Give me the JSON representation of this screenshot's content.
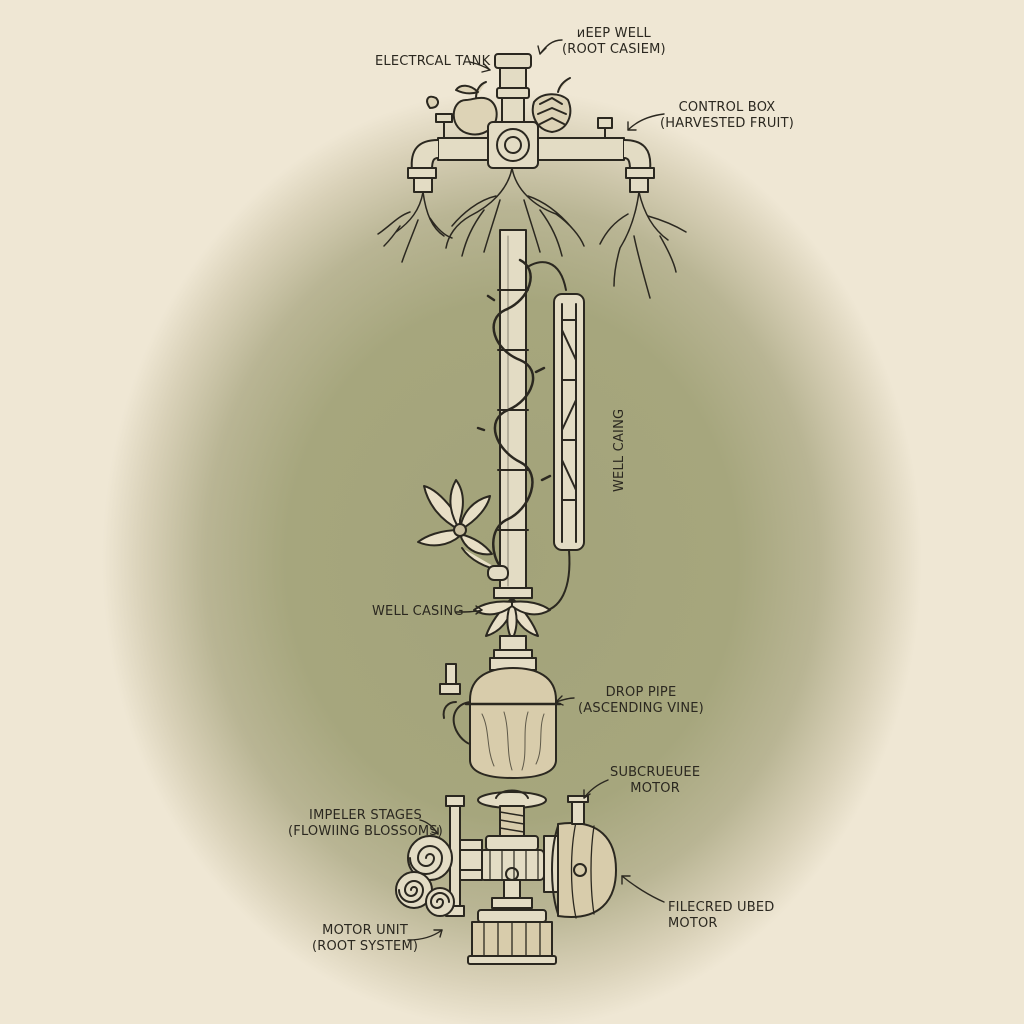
{
  "labels": {
    "electrical_tank": "ELECTRCAL TANK",
    "deep_well_1": "ᴎEEP WELL",
    "deep_well_2": "(ROOT CASIEM)",
    "control_box_1": "CONTROL BOX",
    "control_box_2": "(HARVESTED FRUIT)",
    "well_casing_vertical": "WELL CAING",
    "well_casing": "WELL CASING",
    "drop_pipe_1": "DROP PIPE",
    "drop_pipe_2": "(ASCENDING VINE)",
    "subcrue_1": "SUBCRUEUEE",
    "subcrue_2": "MOTOR",
    "impeler_1": "IMPELER STAGES",
    "impeler_2": "(FLOWIING BLOSSOMS)",
    "motor_unit_1": "MOTOR UNIT",
    "motor_unit_2": "(ROOT SYSTEM)",
    "filecred_1": "FILECRED UBED",
    "filecred_2": "MOTOR"
  },
  "colors": {
    "paper": "#efe7d4",
    "field": "#a3a37a",
    "ink": "#2b2820",
    "pipe": "#e3dcc4"
  }
}
